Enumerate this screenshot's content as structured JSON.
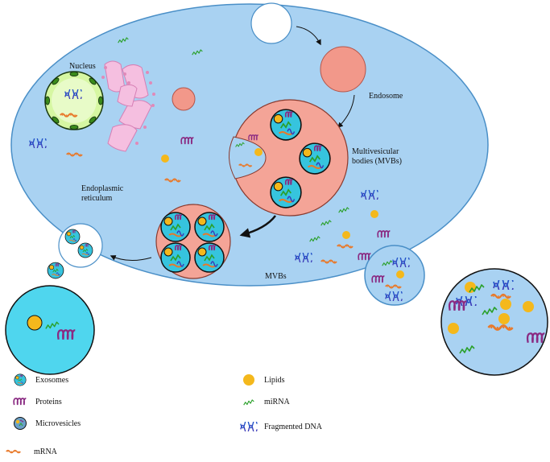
{
  "labels": {
    "nucleus": "Nucleus",
    "endosome": "Endosome",
    "mvb_long": "Multivesicular\nbodies (MVBs)",
    "endoplasmic_reticulum": "Endoplasmic\nreticulum",
    "mvbs": "MVBs"
  },
  "legend": [
    {
      "label": "Exosomes",
      "icon": "exosome-icon"
    },
    {
      "label": "Proteins",
      "icon": "protein-icon"
    },
    {
      "label": "Microvesicles",
      "icon": "microvesicle-icon"
    },
    {
      "label": "mRNA",
      "icon": "mrna-icon"
    },
    {
      "label": "Lipids",
      "icon": "lipid-icon"
    },
    {
      "label": "miRNA",
      "icon": "mirna-icon"
    },
    {
      "label": "Fragmented DNA",
      "icon": "dna-icon"
    }
  ],
  "colors": {
    "cell": "#a9d2f2",
    "cell_stroke": "#4a8fc7",
    "endosome": "#f2988a",
    "mvb": "#f4a497",
    "exosome": "#36c4de",
    "lipid": "#f4b81c",
    "mirna": "#2aa02a",
    "mrna": "#e8792a",
    "protein": "#8a2a82",
    "dna": "#3a3ab8",
    "er": "#f5bfe0",
    "nucleus": "#cdf58a"
  }
}
